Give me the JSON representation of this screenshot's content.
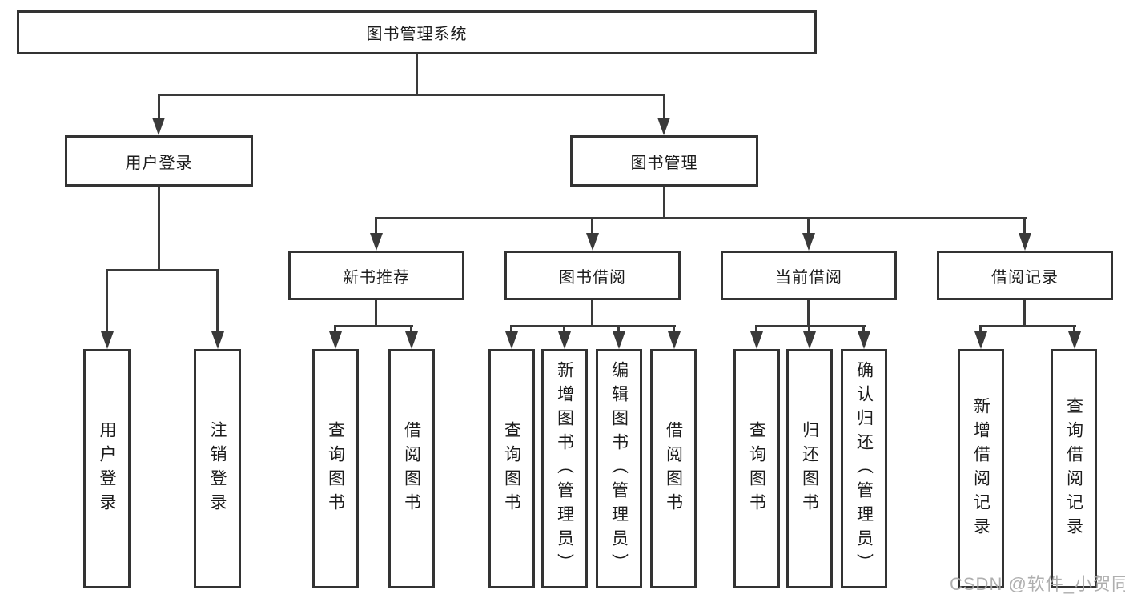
{
  "colors": {
    "line": "#3a3a3a",
    "box_border": "#333333",
    "text": "#1c1c1c",
    "watermark": "#a8a8a8",
    "background": "#ffffff"
  },
  "watermark": {
    "text": "CSDN @软件_小贺同学"
  },
  "diagram": {
    "root": {
      "label": "图书管理系统"
    },
    "level2": [
      {
        "label": "用户登录"
      },
      {
        "label": "图书管理"
      }
    ],
    "level3": [
      {
        "label": "新书推荐",
        "parent": "图书管理"
      },
      {
        "label": "图书借阅",
        "parent": "图书管理"
      },
      {
        "label": "当前借阅",
        "parent": "图书管理"
      },
      {
        "label": "借阅记录",
        "parent": "图书管理"
      }
    ],
    "leaves": [
      {
        "label": "用户登录",
        "parent": "用户登录"
      },
      {
        "label": "注销登录",
        "parent": "用户登录"
      },
      {
        "label": "查询图书",
        "parent": "新书推荐"
      },
      {
        "label": "借阅图书",
        "parent": "新书推荐"
      },
      {
        "label": "查询图书",
        "parent": "图书借阅"
      },
      {
        "label": "新增图书（管理员）",
        "parent": "图书借阅"
      },
      {
        "label": "编辑图书（管理员）",
        "parent": "图书借阅"
      },
      {
        "label": "借阅图书",
        "parent": "图书借阅"
      },
      {
        "label": "查询图书",
        "parent": "当前借阅"
      },
      {
        "label": "归还图书",
        "parent": "当前借阅"
      },
      {
        "label": "确认归还（管理员）",
        "parent": "当前借阅"
      },
      {
        "label": "新增借阅记录",
        "parent": "借阅记录"
      },
      {
        "label": "查询借阅记录",
        "parent": "借阅记录"
      }
    ]
  }
}
